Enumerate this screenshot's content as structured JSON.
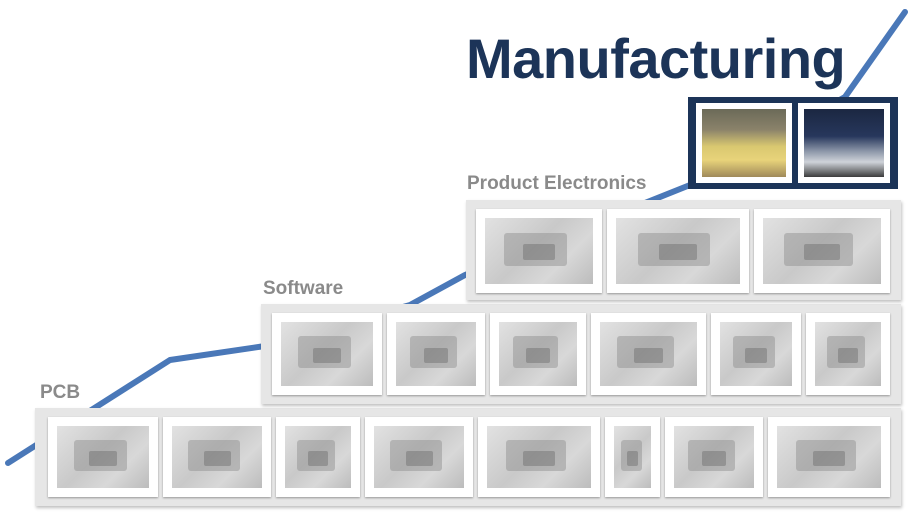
{
  "title": "Manufacturing",
  "tiers": {
    "pcb": "PCB",
    "software": "Software",
    "product_electronics": "Product Electronics"
  },
  "colors": {
    "title": "#1c3458",
    "curve": "#4a78b8",
    "label": "#8a8a8a",
    "tier_bg": "#e6e6e6"
  }
}
